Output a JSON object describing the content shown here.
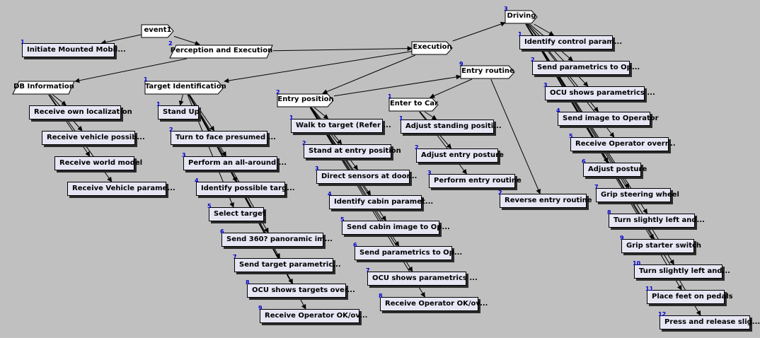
{
  "diagram": {
    "nodes": [
      {
        "id": "event1",
        "label": "event1",
        "num": "",
        "shape": "arrow"
      },
      {
        "id": "initiate",
        "label": "Initiate Mounted Mobil...",
        "num": "1",
        "shape": "task"
      },
      {
        "id": "perception",
        "label": "Perception and Execution",
        "num": "2",
        "shape": "para"
      },
      {
        "id": "execution",
        "label": "Execution",
        "num": "",
        "shape": "arrow"
      },
      {
        "id": "dbinfo",
        "label": "DB Information",
        "num": "",
        "shape": "para"
      },
      {
        "id": "db1",
        "label": "Receive own localization",
        "num": "",
        "shape": "task"
      },
      {
        "id": "db2",
        "label": "Receive vehicle possib...",
        "num": "",
        "shape": "task"
      },
      {
        "id": "db3",
        "label": "Receive world model",
        "num": "",
        "shape": "task"
      },
      {
        "id": "db4",
        "label": "Receive Vehicle parame...",
        "num": "",
        "shape": "task"
      },
      {
        "id": "target",
        "label": "Target Identification",
        "num": "1",
        "shape": "arrow"
      },
      {
        "id": "t1",
        "label": "Stand Up",
        "num": "1",
        "shape": "task"
      },
      {
        "id": "t2",
        "label": "Turn to face presumed ...",
        "num": "2",
        "shape": "task"
      },
      {
        "id": "t3",
        "label": "Perform an all-around ...",
        "num": "3",
        "shape": "task"
      },
      {
        "id": "t4",
        "label": "Identify possible targ...",
        "num": "4",
        "shape": "task"
      },
      {
        "id": "t5",
        "label": "Select target",
        "num": "5",
        "shape": "task"
      },
      {
        "id": "t6",
        "label": "Send 360? panoramic im...",
        "num": "6",
        "shape": "task"
      },
      {
        "id": "t7",
        "label": "Send target parametric...",
        "num": "7",
        "shape": "task"
      },
      {
        "id": "t8",
        "label": "OCU shows targets over...",
        "num": "8",
        "shape": "task"
      },
      {
        "id": "t9",
        "label": "Receive Operator OK/ov...",
        "num": "9",
        "shape": "task"
      },
      {
        "id": "entrypos",
        "label": "Entry position",
        "num": "2",
        "shape": "arrow"
      },
      {
        "id": "e1",
        "label": "Walk to target (Refer ...",
        "num": "1",
        "shape": "task"
      },
      {
        "id": "e2",
        "label": "Stand at entry position",
        "num": "2",
        "shape": "task"
      },
      {
        "id": "e3",
        "label": "Direct sensors at door...",
        "num": "3",
        "shape": "task"
      },
      {
        "id": "e4",
        "label": "Identify cabin paramet...",
        "num": "4",
        "shape": "task"
      },
      {
        "id": "e5",
        "label": "Send cabin image to Op...",
        "num": "5",
        "shape": "task"
      },
      {
        "id": "e6",
        "label": "Send parametrics to Op...",
        "num": "6",
        "shape": "task"
      },
      {
        "id": "e7",
        "label": "OCU shows parametrics ...",
        "num": "7",
        "shape": "task"
      },
      {
        "id": "e8",
        "label": "Receive Operator OK/ov...",
        "num": "8",
        "shape": "task"
      },
      {
        "id": "entryroutine",
        "label": "Entry routine",
        "num": "9",
        "shape": "arrow"
      },
      {
        "id": "entercar",
        "label": "Enter to Car",
        "num": "1",
        "shape": "arrow"
      },
      {
        "id": "c1",
        "label": "Adjust standing positi...",
        "num": "1",
        "shape": "task"
      },
      {
        "id": "c2",
        "label": "Adjust entry posture",
        "num": "2",
        "shape": "task"
      },
      {
        "id": "c3",
        "label": "Perform entry routine",
        "num": "3",
        "shape": "task"
      },
      {
        "id": "reverse",
        "label": "Reverse entry routine",
        "num": "2",
        "shape": "task"
      },
      {
        "id": "driving",
        "label": "Driving",
        "num": "3",
        "shape": "arrow"
      },
      {
        "id": "d1",
        "label": "Identify control param...",
        "num": "1",
        "shape": "task"
      },
      {
        "id": "d2",
        "label": "Send parametrics to Op...",
        "num": "2",
        "shape": "task"
      },
      {
        "id": "d3",
        "label": "OCU shows parametrics ...",
        "num": "3",
        "shape": "task"
      },
      {
        "id": "d4",
        "label": "Send image to Operator",
        "num": "4",
        "shape": "task"
      },
      {
        "id": "d5",
        "label": "Receive Operator overr...",
        "num": "5",
        "shape": "task"
      },
      {
        "id": "d6",
        "label": "Adjust posture",
        "num": "6",
        "shape": "task"
      },
      {
        "id": "d7",
        "label": "Grip steering wheel",
        "num": "7",
        "shape": "task"
      },
      {
        "id": "d8",
        "label": "Turn slightly left and...",
        "num": "8",
        "shape": "task"
      },
      {
        "id": "d9",
        "label": "Grip starter switch",
        "num": "9",
        "shape": "task"
      },
      {
        "id": "d10",
        "label": "Turn slightly left and...",
        "num": "10",
        "shape": "task"
      },
      {
        "id": "d11",
        "label": "Place feet on pedals",
        "num": "11",
        "shape": "task"
      },
      {
        "id": "d12",
        "label": "Press and release slig...",
        "num": "12",
        "shape": "task"
      }
    ],
    "edges": [
      [
        "event1",
        "initiate"
      ],
      [
        "event1",
        "perception"
      ],
      [
        "perception",
        "dbinfo"
      ],
      [
        "perception",
        "execution"
      ],
      [
        "execution",
        "target"
      ],
      [
        "execution",
        "entrypos"
      ],
      [
        "execution",
        "driving"
      ],
      [
        "entrypos",
        "entryroutine"
      ],
      [
        "entryroutine",
        "entercar"
      ],
      [
        "entryroutine",
        "reverse"
      ],
      [
        "dbinfo",
        "db1"
      ],
      [
        "dbinfo",
        "db2"
      ],
      [
        "dbinfo",
        "db3"
      ],
      [
        "dbinfo",
        "db4"
      ],
      [
        "target",
        "t1"
      ],
      [
        "target",
        "t2"
      ],
      [
        "target",
        "t3"
      ],
      [
        "target",
        "t4"
      ],
      [
        "target",
        "t5"
      ],
      [
        "target",
        "t6"
      ],
      [
        "target",
        "t7"
      ],
      [
        "target",
        "t8"
      ],
      [
        "target",
        "t9"
      ],
      [
        "entrypos",
        "e1"
      ],
      [
        "entrypos",
        "e2"
      ],
      [
        "entrypos",
        "e3"
      ],
      [
        "entrypos",
        "e4"
      ],
      [
        "entrypos",
        "e5"
      ],
      [
        "entrypos",
        "e6"
      ],
      [
        "entrypos",
        "e7"
      ],
      [
        "entrypos",
        "e8"
      ],
      [
        "entercar",
        "c1"
      ],
      [
        "entercar",
        "c2"
      ],
      [
        "entercar",
        "c3"
      ],
      [
        "driving",
        "d1"
      ],
      [
        "driving",
        "d2"
      ],
      [
        "driving",
        "d3"
      ],
      [
        "driving",
        "d4"
      ],
      [
        "driving",
        "d5"
      ],
      [
        "driving",
        "d6"
      ],
      [
        "driving",
        "d7"
      ],
      [
        "driving",
        "d8"
      ],
      [
        "driving",
        "d9"
      ],
      [
        "driving",
        "d10"
      ],
      [
        "driving",
        "d11"
      ],
      [
        "driving",
        "d12"
      ]
    ]
  }
}
